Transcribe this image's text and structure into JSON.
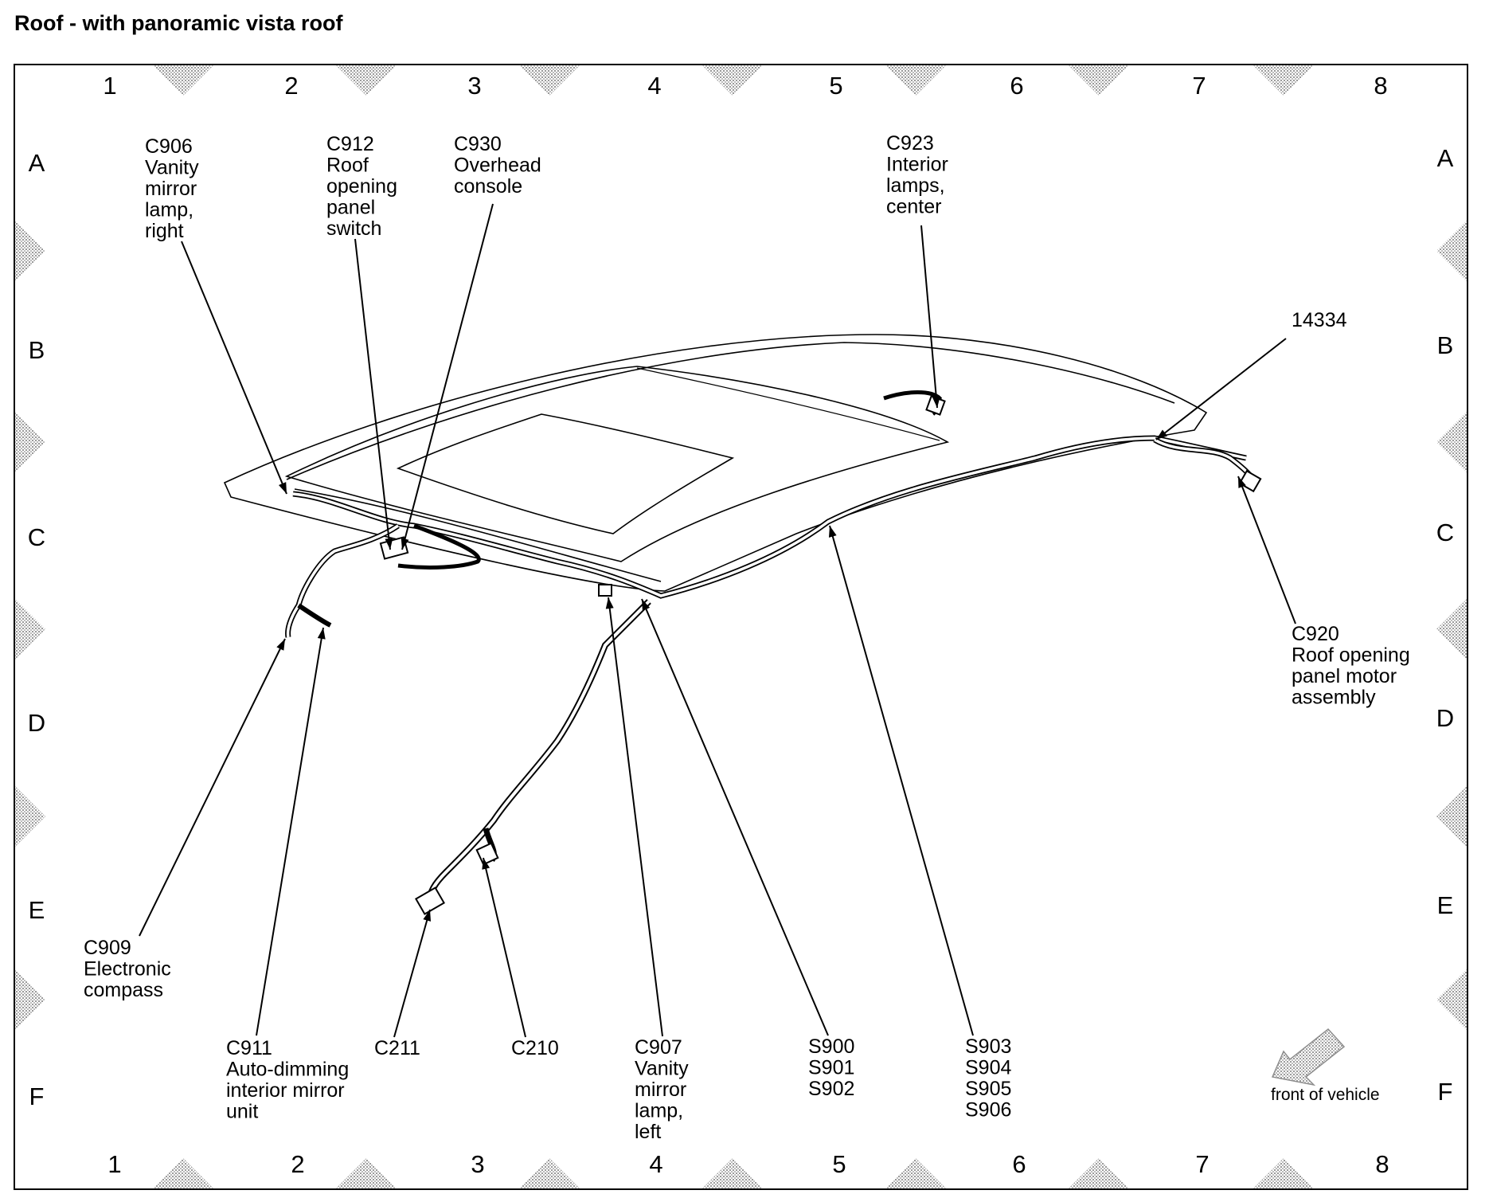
{
  "title": "Roof - with panoramic vista roof",
  "grid": {
    "columns": [
      "1",
      "2",
      "3",
      "4",
      "5",
      "6",
      "7",
      "8"
    ],
    "rows": [
      "A",
      "B",
      "C",
      "D",
      "E",
      "F"
    ]
  },
  "callouts": {
    "c906": [
      "C906",
      "Vanity",
      "mirror",
      "lamp,",
      "right"
    ],
    "c912": [
      "C912",
      "Roof",
      "opening",
      "panel",
      "switch"
    ],
    "c930": [
      "C930",
      "Overhead",
      "console"
    ],
    "c923": [
      "C923",
      "Interior",
      "lamps,",
      "center"
    ],
    "p14334": [
      "14334"
    ],
    "c920": [
      "C920",
      "Roof opening",
      "panel motor",
      "assembly"
    ],
    "c909": [
      "C909",
      "Electronic",
      "compass"
    ],
    "c911": [
      "C911",
      "Auto-dimming",
      "interior mirror",
      "unit"
    ],
    "c211": [
      "C211"
    ],
    "c210": [
      "C210"
    ],
    "c907": [
      "C907",
      "Vanity",
      "mirror",
      "lamp,",
      "left"
    ],
    "s900": [
      "S900",
      "S901",
      "S902"
    ],
    "s903": [
      "S903",
      "S904",
      "S905",
      "S906"
    ]
  },
  "front_of_vehicle": "front of vehicle"
}
